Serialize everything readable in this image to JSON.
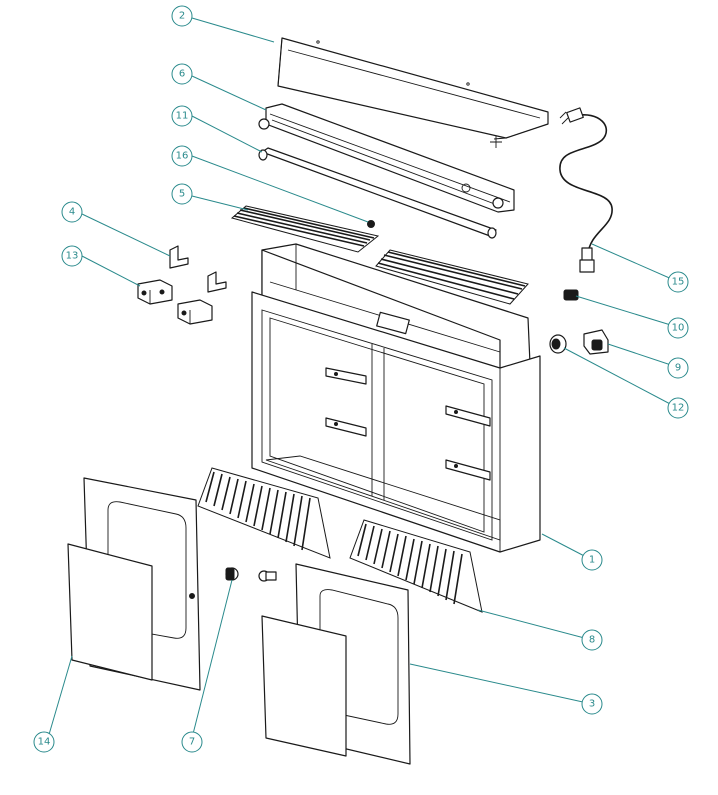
{
  "diagram": {
    "accent_color": "#2a8a8c",
    "line_color": "#1a1a1a",
    "callouts": [
      {
        "id": "c1",
        "label": "1"
      },
      {
        "id": "c2",
        "label": "2"
      },
      {
        "id": "c3",
        "label": "3"
      },
      {
        "id": "c4",
        "label": "4"
      },
      {
        "id": "c5",
        "label": "5"
      },
      {
        "id": "c6",
        "label": "6"
      },
      {
        "id": "c7",
        "label": "7"
      },
      {
        "id": "c8",
        "label": "8"
      },
      {
        "id": "c9",
        "label": "9"
      },
      {
        "id": "c10",
        "label": "10"
      },
      {
        "id": "c11",
        "label": "11"
      },
      {
        "id": "c12",
        "label": "12"
      },
      {
        "id": "c13",
        "label": "13"
      },
      {
        "id": "c14",
        "label": "14"
      },
      {
        "id": "c15",
        "label": "15"
      },
      {
        "id": "c16",
        "label": "16"
      }
    ]
  }
}
